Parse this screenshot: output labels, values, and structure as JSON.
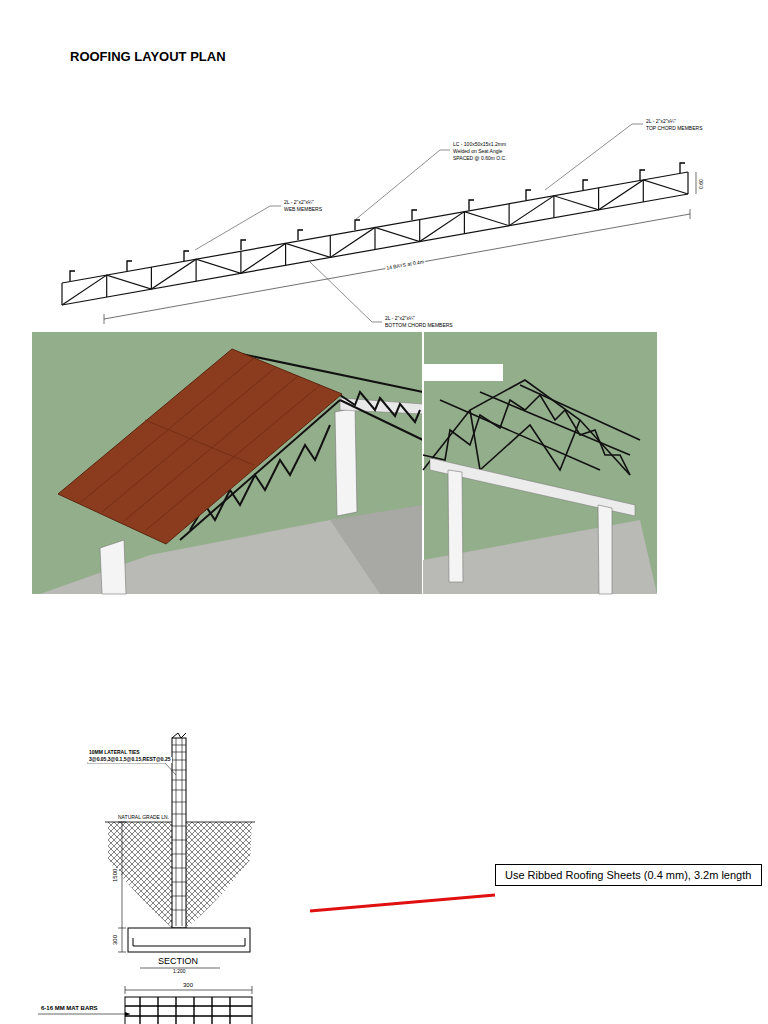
{
  "diagram": {
    "title": "ROOFING LAYOUT PLAN",
    "nodes": [
      {
        "text": [
          "Use Ribbed Roofing Sheets (0.4 mm), 3.2m length"
        ]
      }
    ],
    "labels": [
      "2L - 2\"x2\"x¼\"",
      "TOP CHORD MEMBERS",
      "LC - 100x50x15x1.2mm",
      "Welded on Seat Angle",
      "SPACED @ 0.60m O.C.",
      "2L - 2\"x2\"x¼\"",
      "WEB MEMBERS",
      "14 BAYS at 0.4m",
      "2L - 2\"x2\"x¼\"",
      "BOTTOM CHORD MEMBERS",
      "0.60",
      "10MM LATERAL TIES",
      "3@0.05,3@0.1,5@0.15,REST@0.25",
      "NATURAL GRADE LN.",
      "1500",
      "300",
      "SECTION",
      "1:200",
      "300",
      "6-16 MM MAT BARS"
    ]
  }
}
